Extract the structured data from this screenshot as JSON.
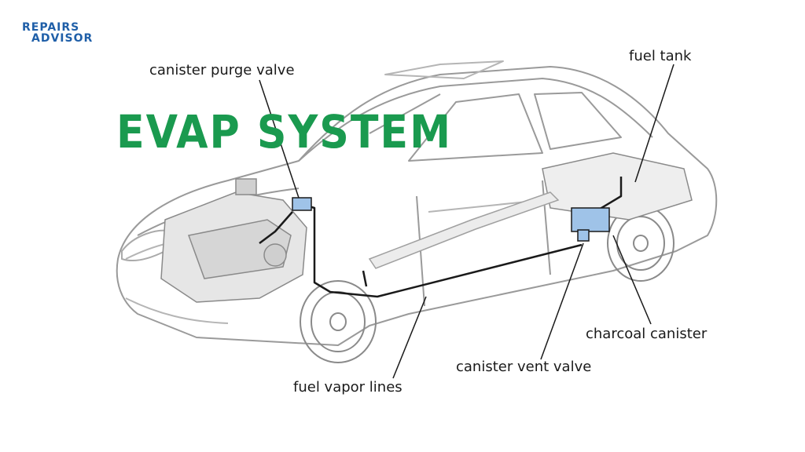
{
  "brand": {
    "line1": "REPAIRS",
    "line2": "ADVISOR",
    "color": "#1f5fa8"
  },
  "title": {
    "text": "EVAP SYSTEM",
    "color": "#1a9a4f"
  },
  "labels": {
    "purge_valve": "canister purge valve",
    "fuel_tank": "fuel tank",
    "charcoal_canister": "charcoal canister",
    "vent_valve": "canister vent valve",
    "vapor_lines": "fuel vapor lines"
  },
  "colors": {
    "outline": "#8a8a8a",
    "line": "#1a1a1a",
    "component": "#9fc3e8"
  }
}
